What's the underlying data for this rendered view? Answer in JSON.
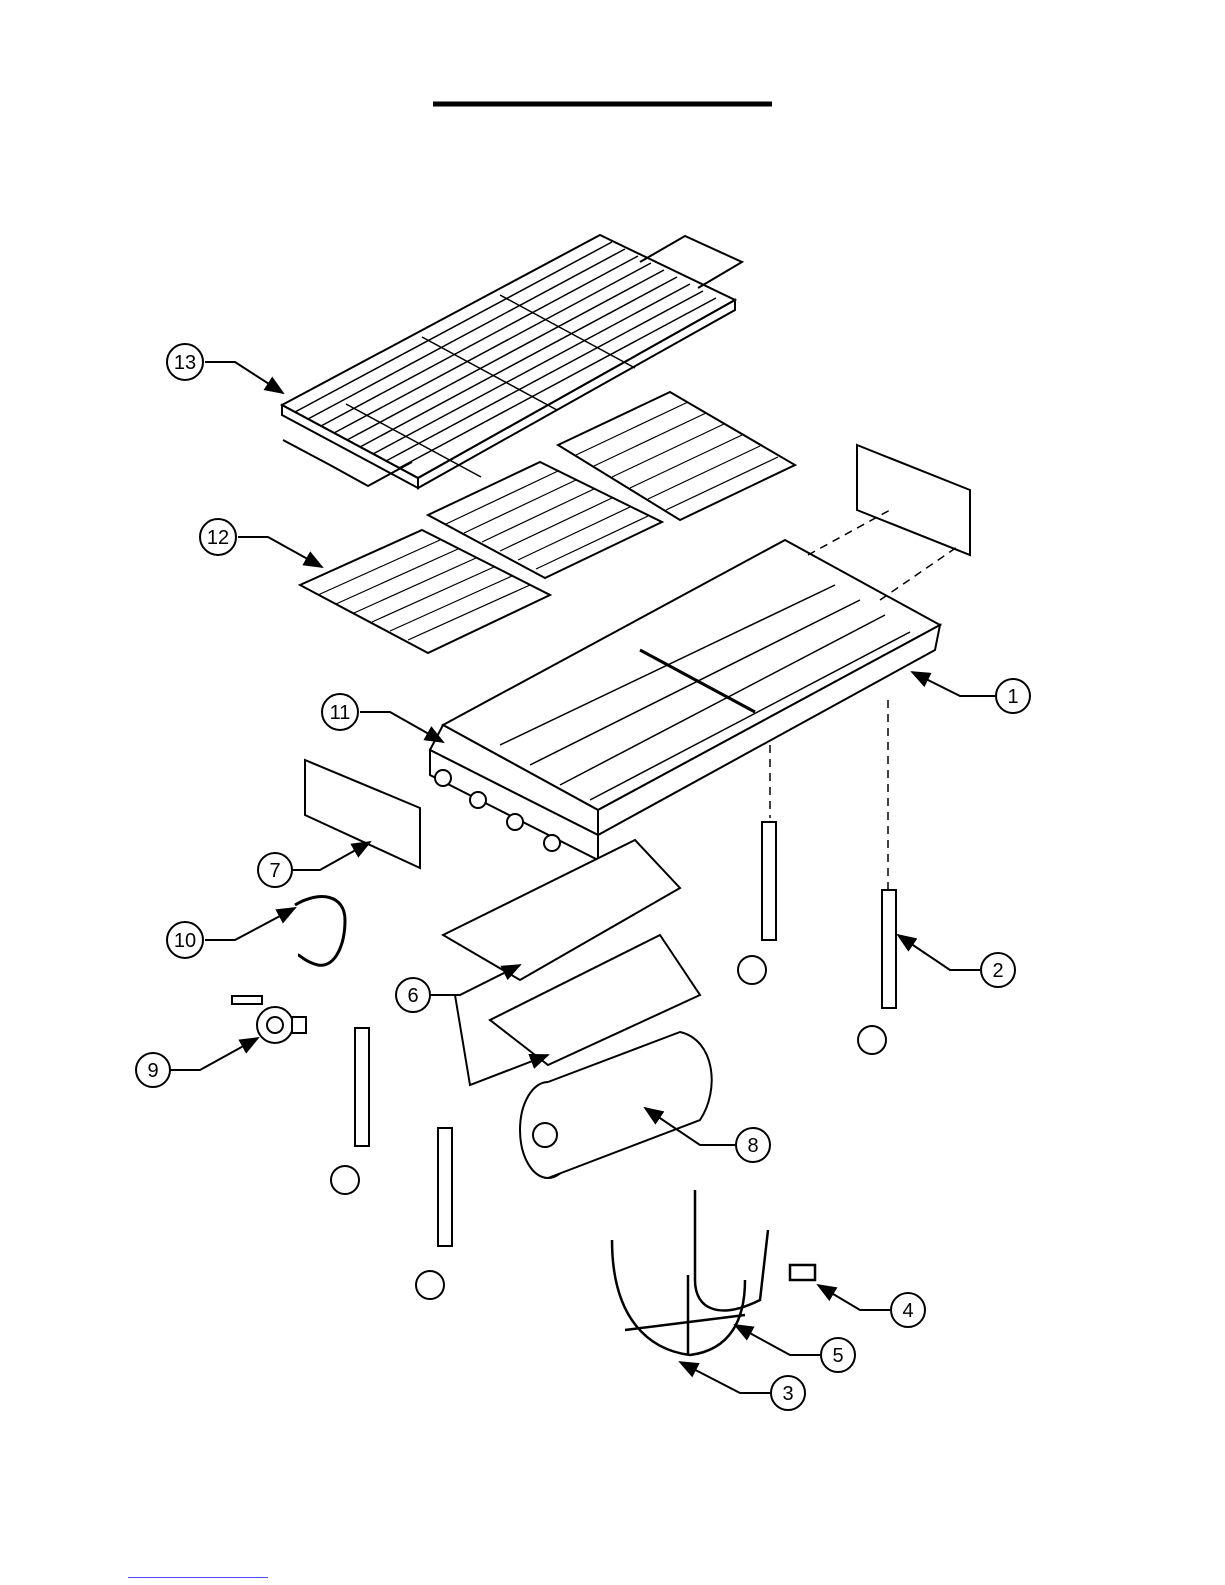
{
  "diagram": {
    "title": "",
    "callouts": [
      {
        "id": "c1",
        "label": "1"
      },
      {
        "id": "c2",
        "label": "2"
      },
      {
        "id": "c3",
        "label": "3"
      },
      {
        "id": "c4",
        "label": "4"
      },
      {
        "id": "c5",
        "label": "5"
      },
      {
        "id": "c6",
        "label": "6"
      },
      {
        "id": "c7",
        "label": "7"
      },
      {
        "id": "c8",
        "label": "8"
      },
      {
        "id": "c9",
        "label": "9"
      },
      {
        "id": "c10",
        "label": "10"
      },
      {
        "id": "c11",
        "label": "11"
      },
      {
        "id": "c12",
        "label": "12"
      },
      {
        "id": "c13",
        "label": "13"
      }
    ]
  },
  "colors": {
    "ink": "#000000",
    "link": "#4a4aff"
  }
}
